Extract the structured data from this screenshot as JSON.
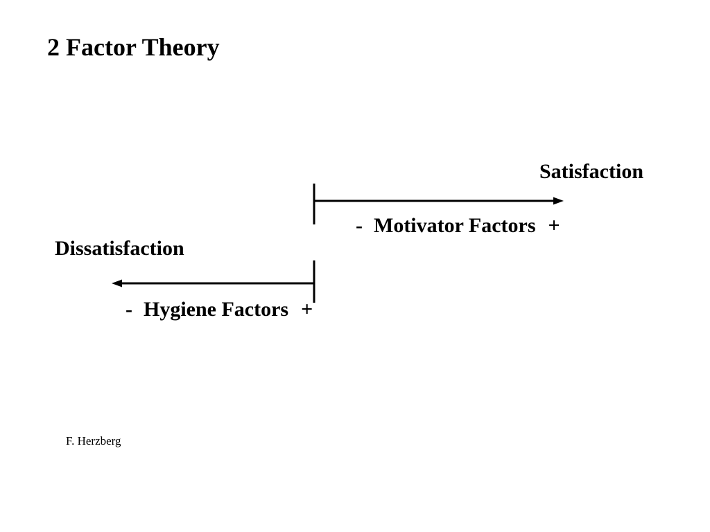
{
  "slide": {
    "title": "2 Factor Theory",
    "credit": "F. Herzberg"
  },
  "diagram": {
    "positive_end_label": "Satisfaction",
    "negative_end_label": "Dissatisfaction",
    "motivator": {
      "minus_sign": "-",
      "label": "Motivator Factors",
      "plus_sign": "+"
    },
    "hygiene": {
      "minus_sign": "-",
      "label": "Hygiene Factors",
      "plus_sign": "+"
    },
    "line_color": "#000000"
  }
}
